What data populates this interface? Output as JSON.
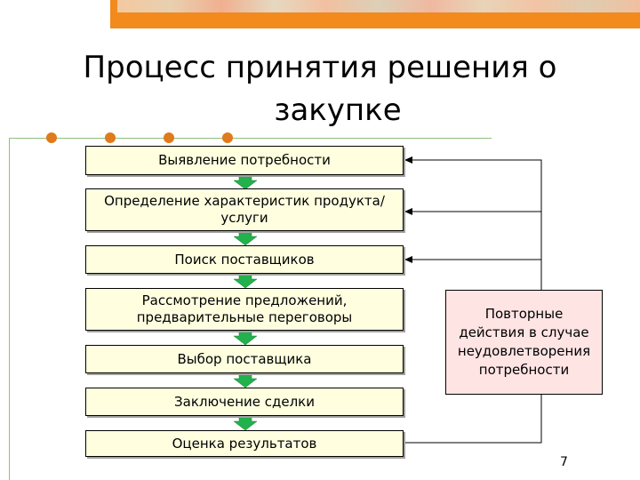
{
  "title": {
    "line1": "Процесс принятия решения о",
    "line2": "закупке"
  },
  "steps": [
    {
      "label": "Выявление потребности"
    },
    {
      "label": "Определение характеристик продукта/ услуги"
    },
    {
      "label": "Поиск поставщиков"
    },
    {
      "label": "Рассмотрение предложений, предварительные переговоры"
    },
    {
      "label": "Выбор поставщика"
    },
    {
      "label": "Заключение сделки"
    },
    {
      "label": "Оценка результатов"
    }
  ],
  "feedback_box": {
    "label": "Повторные действия в случае неудовлетворения потребности"
  },
  "page_number": "7",
  "colors": {
    "step_fill": "#ffffe0",
    "feedback_fill": "#ffe4e4",
    "arrow_green": "#22b14c",
    "accent_orange": "#e07a1a"
  }
}
